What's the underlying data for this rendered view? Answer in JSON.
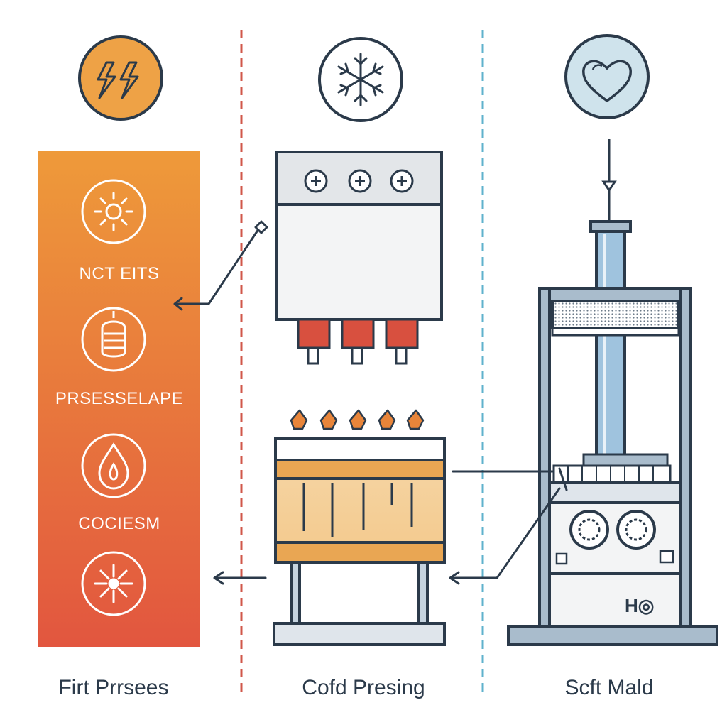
{
  "columns": [
    {
      "label": "Firt Prrsees",
      "icon": "flame-icon",
      "accent": "#e8963a"
    },
    {
      "label": "Cofd Presing",
      "icon": "snowflake-icon",
      "accent": "#ffffff"
    },
    {
      "label": "Scft Mald",
      "icon": "heart-icon",
      "accent": "#cfe3ec"
    }
  ],
  "side_panel": {
    "items": [
      {
        "label": "NCT EITS",
        "icon": "sun-icon"
      },
      {
        "label": "PRSESSELAPE",
        "icon": "oil-drop-icon"
      },
      {
        "label": "COCIESM",
        "icon": "flame-drop-icon"
      },
      {
        "label": "",
        "icon": "starburst-icon"
      }
    ],
    "gradient_top": "#ee9a3a",
    "gradient_bottom": "#e2563f"
  },
  "press_label": "H◎",
  "colors": {
    "divider_left": "#d0574a",
    "divider_right": "#5fb2cc",
    "outline": "#2b3a4a",
    "heater_red": "#d8503f",
    "frame_steel": "#a9bccc",
    "piston_blue": "#9fc3de"
  }
}
